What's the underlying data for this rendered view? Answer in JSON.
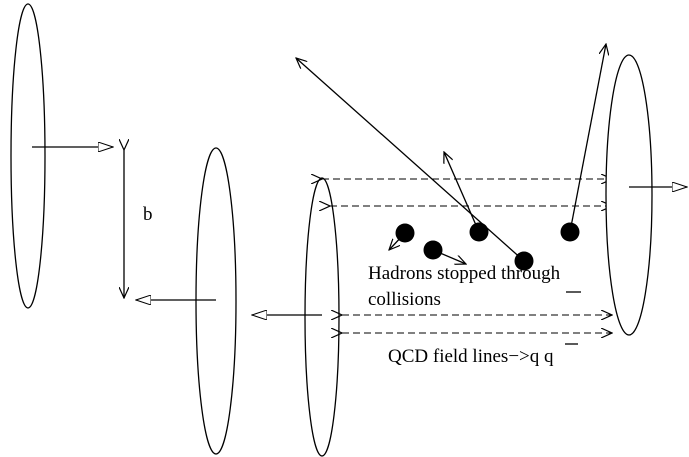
{
  "labels": {
    "impact_parameter": "b",
    "hadrons_line1": "Hadrons stopped through",
    "hadrons_line2": "collisions",
    "qcd_field_lines": "QCD field lines−>q q"
  }
}
